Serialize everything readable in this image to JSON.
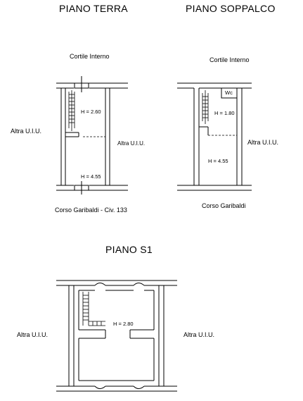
{
  "plans": {
    "terra": {
      "title": "PIANO TERRA",
      "top_label": "Cortile Interno",
      "left_label": "Altra U.I.U.",
      "right_label": "Altra U.I.U.",
      "height_upper": "H = 2.60",
      "height_lower": "H = 4.55",
      "bottom_label": "Corso Garibaldi  - Civ. 133"
    },
    "soppalco": {
      "title": "PIANO SOPPALCO",
      "top_label": "Cortile Interno",
      "right_label": "Altra U.I.U.",
      "wc_label": "Wc",
      "height_upper": "H = 1.80",
      "height_lower": "H = 4.55",
      "bottom_label": "Corso Garibaldi"
    },
    "s1": {
      "title": "PIANO S1",
      "left_label": "Altra U.I.U.",
      "right_label": "Altra U.I.U.",
      "height_label": "H = 2.80"
    }
  }
}
